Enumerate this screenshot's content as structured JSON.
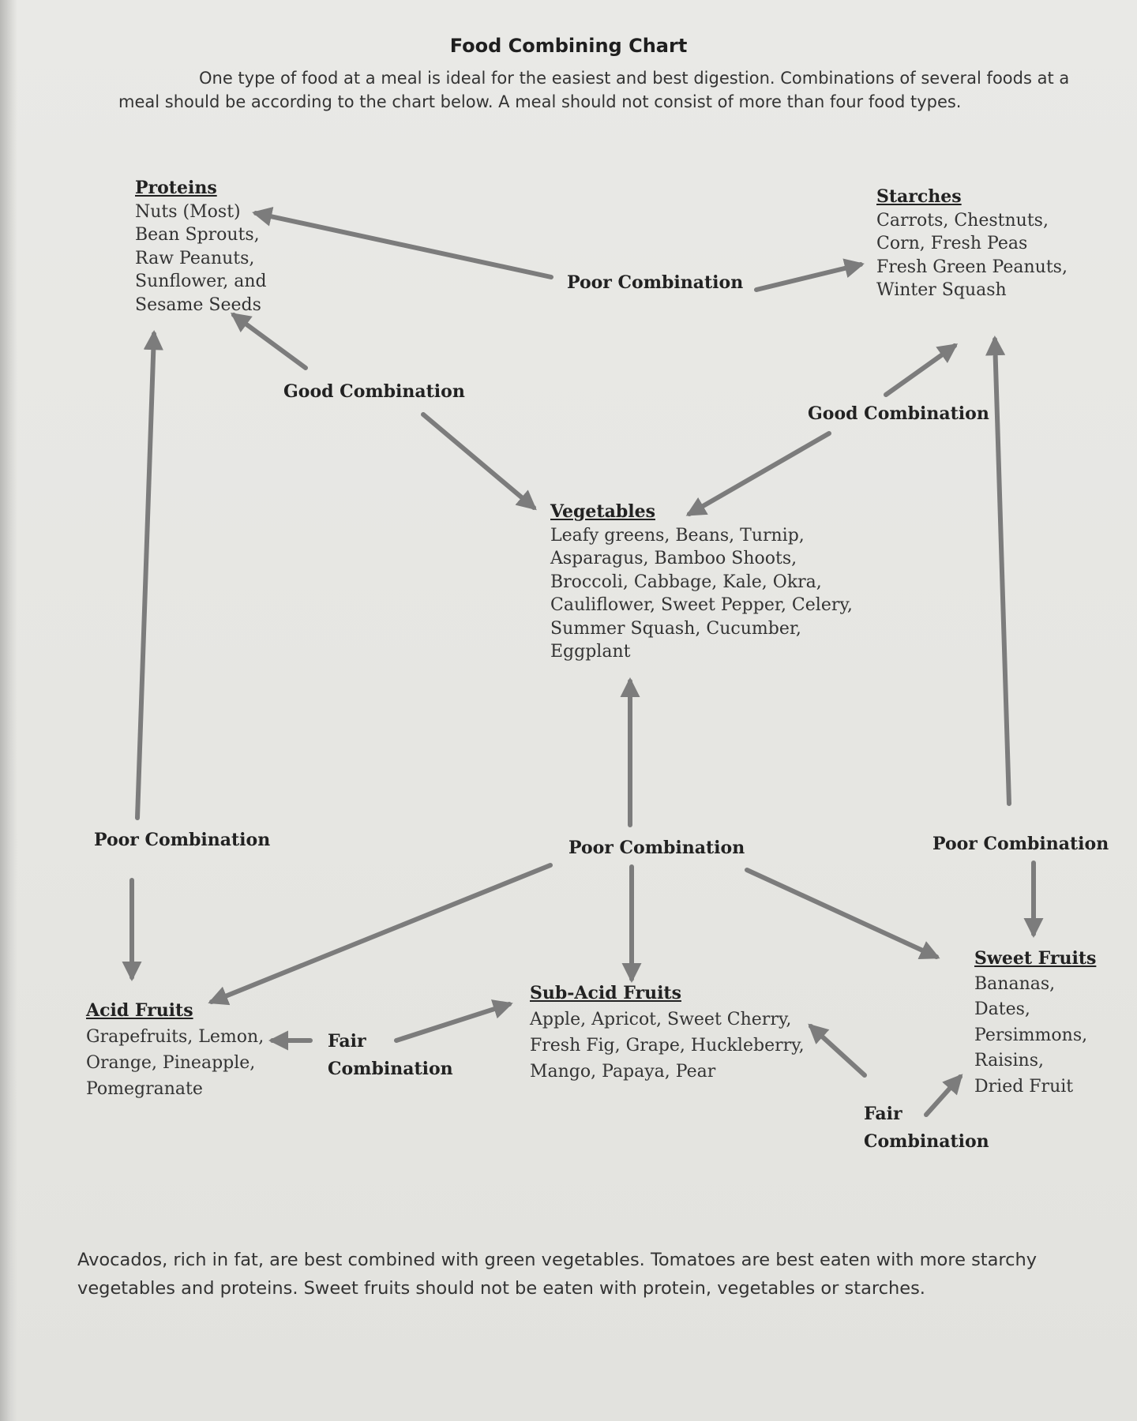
{
  "title": "Food Combining Chart",
  "intro": "One type of food at a meal is ideal for the easiest and best digestion.  Combinations of several foods at a meal should be according to the chart below.  A meal should not consist of more than four food types.",
  "groups": {
    "proteins": {
      "head": "Proteins",
      "lines": [
        "Nuts (Most)",
        "Bean Sprouts,",
        "Raw Peanuts,",
        "Sunflower, and",
        "Sesame Seeds"
      ]
    },
    "starches": {
      "head": "Starches",
      "lines": [
        "Carrots, Chestnuts,",
        "Corn, Fresh Peas",
        "Fresh Green Peanuts,",
        "Winter Squash"
      ]
    },
    "vegetables": {
      "head": "Vegetables",
      "lines": [
        "Leafy greens, Beans, Turnip,",
        "Asparagus, Bamboo Shoots,",
        "Broccoli, Cabbage, Kale, Okra,",
        "Cauliflower, Sweet Pepper, Celery,",
        "Summer Squash, Cucumber,",
        "Eggplant"
      ]
    },
    "acid_fruits": {
      "head": "Acid Fruits",
      "lines": [
        "Grapefruits, Lemon,",
        "Orange, Pineapple,",
        "Pomegranate"
      ]
    },
    "sub_acid_fruits": {
      "head": "Sub-Acid Fruits",
      "lines": [
        "Apple, Apricot, Sweet Cherry,",
        "Fresh Fig, Grape, Huckleberry,",
        "Mango, Papaya, Pear"
      ]
    },
    "sweet_fruits": {
      "head": "Sweet Fruits",
      "lines": [
        "Bananas,",
        "Dates,",
        "Persimmons,",
        "Raisins,",
        "Dried Fruit"
      ]
    }
  },
  "labels": {
    "poor_top": "Poor Combination",
    "good_left": "Good Combination",
    "good_right": "Good Combination",
    "poor_left": "Poor Combination",
    "poor_center": "Poor Combination",
    "poor_right": "Poor Combination",
    "fair_left_1": "Fair",
    "fair_left_2": "Combination",
    "fair_right_1": "Fair",
    "fair_right_2": "Combination"
  },
  "footnote": "Avocados, rich in fat, are best combined with green vegetables.  Tomatoes are best eaten with more starchy vegetables and proteins.  Sweet fruits should not be eaten with protein, vegetables or starches.",
  "colors": {
    "arrow": "#7c7c7c",
    "paper": "#e8e8e5",
    "text": "#2b2b2b"
  }
}
